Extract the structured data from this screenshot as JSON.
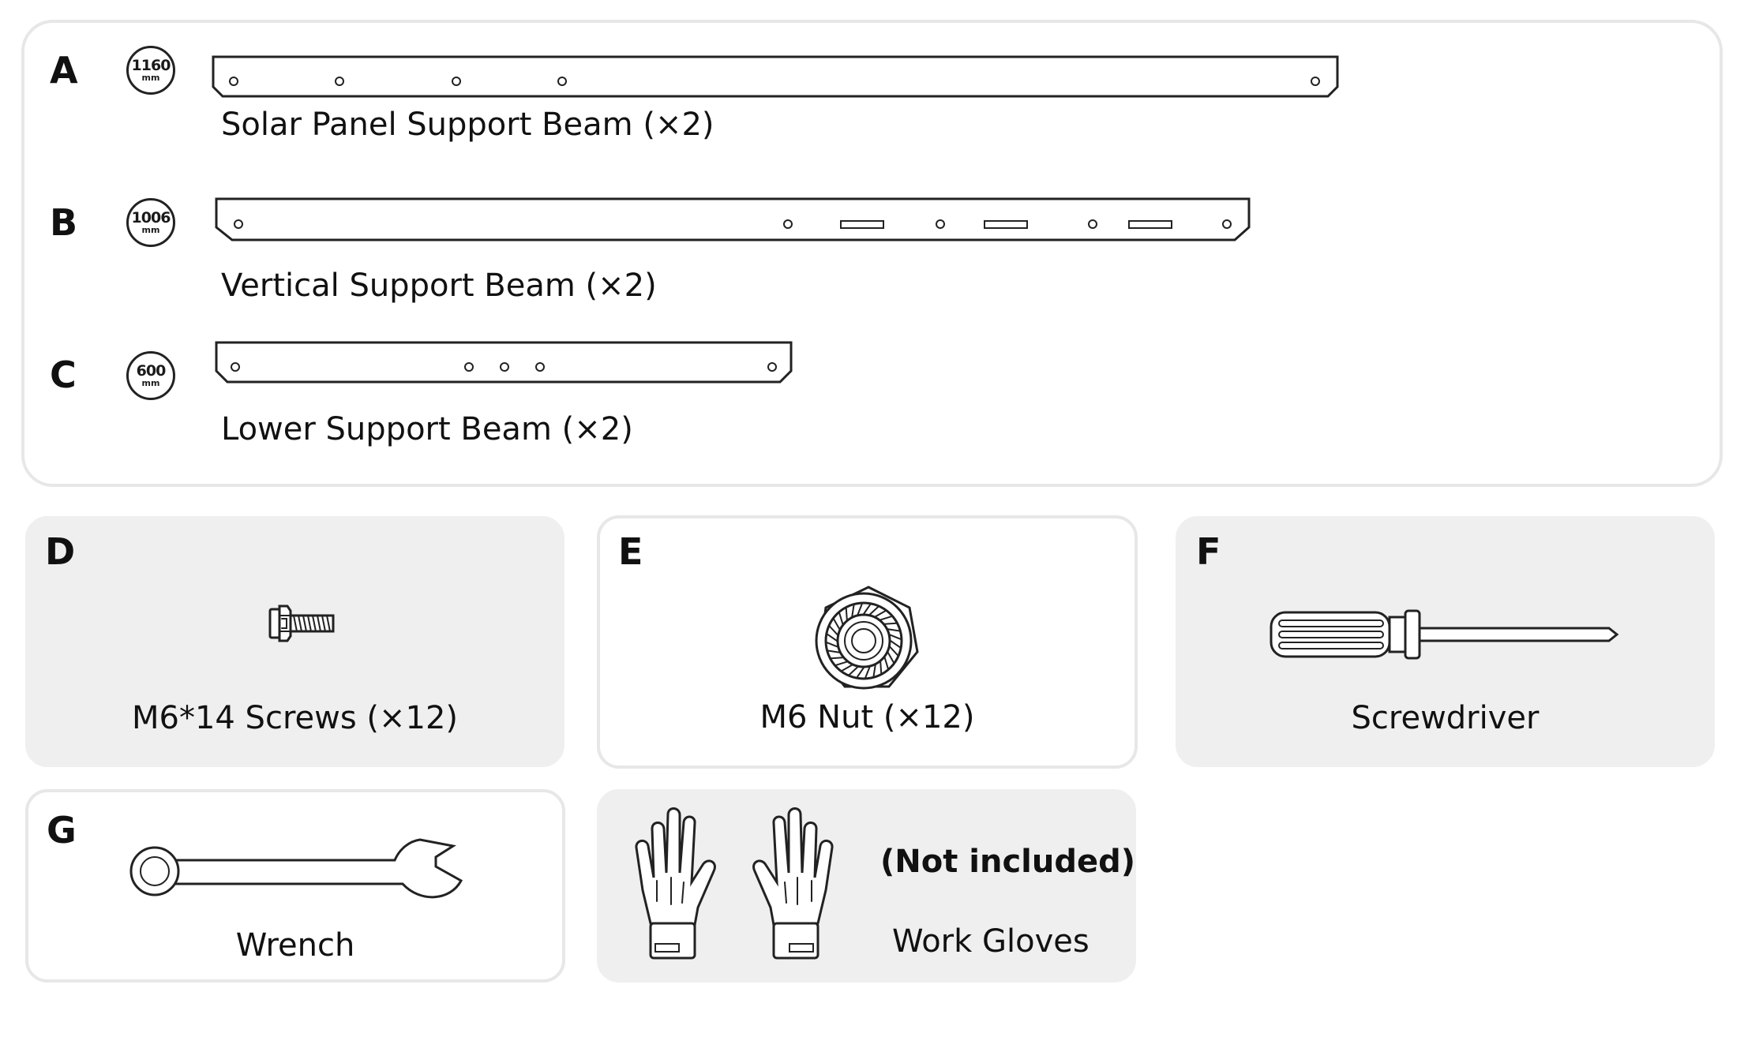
{
  "beams": [
    {
      "letter": "A",
      "length": "1160",
      "unit": "mm",
      "label": "Solar Panel Support Beam (×2)"
    },
    {
      "letter": "B",
      "length": "1006",
      "unit": "mm",
      "label": "Vertical Support Beam  (×2)"
    },
    {
      "letter": "C",
      "length": "600",
      "unit": "mm",
      "label": "Lower Support Beam (×2)"
    }
  ],
  "parts": [
    {
      "letter": "D",
      "label": "M6*14 Screws (×12)"
    },
    {
      "letter": "E",
      "label": "M6 Nut (×12)"
    },
    {
      "letter": "F",
      "label": "Screwdriver"
    },
    {
      "letter": "G",
      "label": "Wrench"
    }
  ],
  "gloves": {
    "note": "(Not included)",
    "label": "Work Gloves"
  }
}
